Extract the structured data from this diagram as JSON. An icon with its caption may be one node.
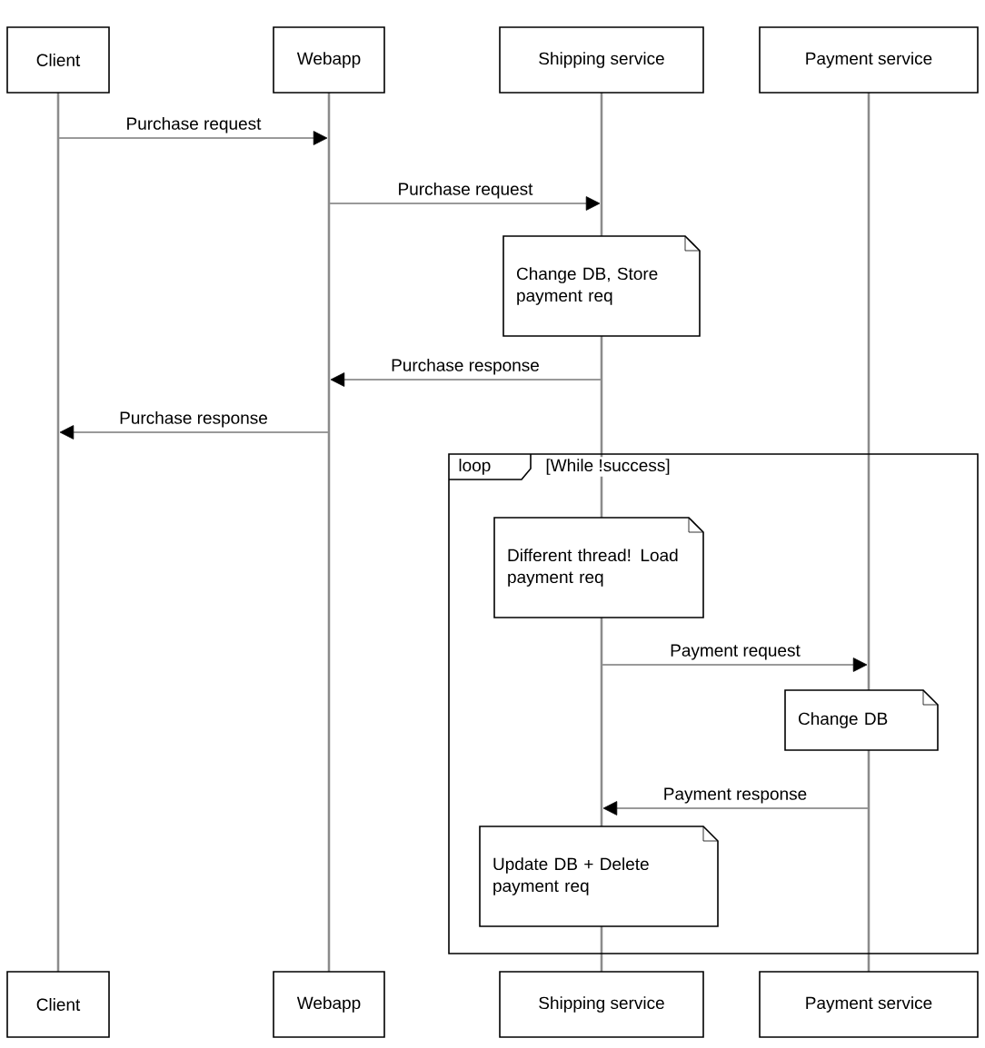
{
  "diagram": {
    "nodes": [
      {
        "text": [
          "Client"
        ]
      },
      {
        "text": [
          "Webapp"
        ]
      },
      {
        "text": [
          "Shipping service"
        ]
      },
      {
        "text": [
          "Payment service"
        ]
      },
      {
        "text": [],
        "shape": "line"
      },
      {
        "text": [],
        "shape": "line"
      },
      {
        "text": [],
        "shape": "line"
      },
      {
        "text": [],
        "shape": "line"
      },
      {
        "text": [
          "Change DB, Store payment req"
        ]
      },
      {
        "text": [
          "loop",
          "[While !success]"
        ]
      },
      {
        "text": [
          "Different thread! Load payment req"
        ],
        "in": 9
      },
      {
        "text": [
          "Change DB"
        ],
        "in": 9
      },
      {
        "text": [
          "Update DB + Delete payment req"
        ],
        "in": 9
      },
      {
        "text": [
          "Client"
        ]
      },
      {
        "text": [
          "Webapp"
        ]
      },
      {
        "text": [
          "Shipping service"
        ]
      },
      {
        "text": [
          "Payment service"
        ]
      }
    ],
    "edges": [
      {
        "from": 4,
        "to": 5,
        "arrow": "to",
        "label": "Purchase request"
      },
      {
        "from": 5,
        "to": 6,
        "arrow": "to",
        "label": "Purchase request"
      },
      {
        "from": 6,
        "to": 5,
        "arrow": "to",
        "label": "Purchase response"
      },
      {
        "from": 5,
        "to": 4,
        "arrow": "to",
        "label": "Purchase response"
      },
      {
        "from": 6,
        "to": 7,
        "arrow": "to",
        "label": "Payment request"
      },
      {
        "from": 7,
        "to": 6,
        "arrow": "to",
        "label": "Payment response"
      }
    ]
  }
}
